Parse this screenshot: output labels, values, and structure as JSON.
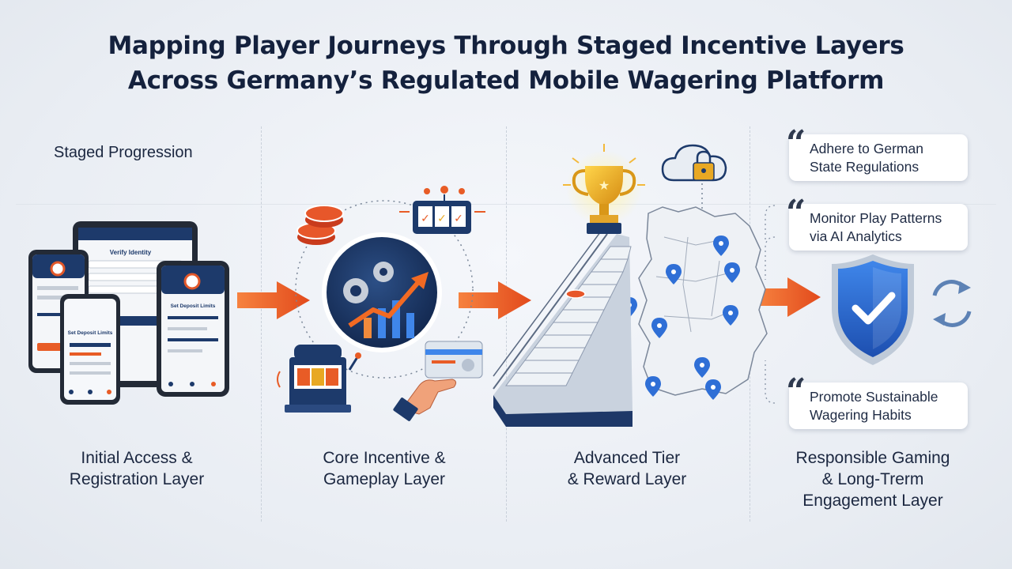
{
  "title": {
    "line1": "Mapping Player Journeys Through Staged Incentive Layers",
    "line2": "Across Germany’s Regulated Mobile Wagering Platform"
  },
  "progression_heading": "Staged Progression",
  "stages": [
    {
      "label_line1": "Initial Access &",
      "label_line2": "Registration Layer"
    },
    {
      "label_line1": "Core Incentive &",
      "label_line2": "Gameplay Layer"
    },
    {
      "label_line1": "Advanced Tier",
      "label_line2": "& Reward Layer"
    },
    {
      "label_line1": "Responsible Gaming",
      "label_line2": "& Long-Trerm",
      "label_line3": "Engagement Layer"
    }
  ],
  "devices": {
    "tablet_screen_title": "Verify Identity",
    "phone_screen_title_a": "Set Deposit Limits",
    "phone_screen_title_b": "Set Deposit Limits"
  },
  "callouts": [
    {
      "line1": "Adhere to German",
      "line2": "State Regulations"
    },
    {
      "line1": "Monitor Play Patterns",
      "line2": "via AI Analytics"
    },
    {
      "line1": "Promote Sustainable",
      "line2": "Wagering Habits"
    }
  ],
  "icons": [
    "tablet-icon",
    "phone-icon",
    "arrow-right-icon",
    "poker-chips-icon",
    "slot-machine-icon",
    "gears-growth-chart-icon",
    "hand-card-icon",
    "staircase-icon",
    "trophy-icon",
    "germany-map-icon",
    "location-pin-icon",
    "cloud-lock-icon",
    "shield-check-icon",
    "refresh-cycle-icon",
    "quote-icon"
  ],
  "colors": {
    "navy": "#1d3a6b",
    "accent_orange": "#ee5a24",
    "shield_blue": "#2f6fd6",
    "gold": "#e8a823",
    "text_dark": "#14213d"
  }
}
